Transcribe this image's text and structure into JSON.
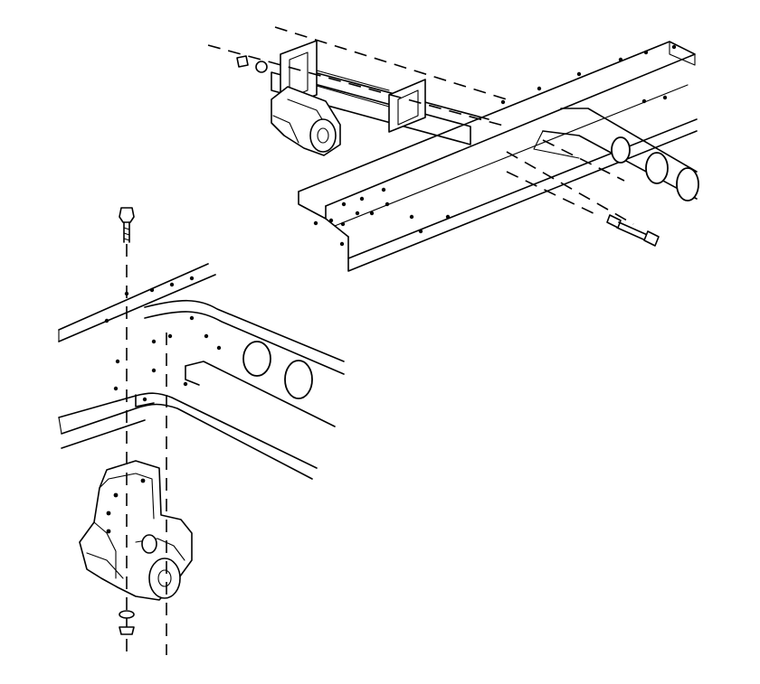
{
  "colors": {
    "background": "#ffffff",
    "line": "#000000"
  },
  "parts": [
    {
      "name": "upper-frame-rail",
      "icon": "frame-rail-icon"
    },
    {
      "name": "upper-crossmember",
      "icon": "crossmember-icon"
    },
    {
      "name": "upper-transmission-mount",
      "icon": "mount-icon"
    },
    {
      "name": "lower-frame-rail",
      "icon": "frame-rail-icon"
    },
    {
      "name": "lower-transmission-mount",
      "icon": "mount-icon"
    },
    {
      "name": "mount-bolt",
      "icon": "bolt-icon"
    },
    {
      "name": "washer-and-nut",
      "icon": "nut-icon"
    }
  ]
}
